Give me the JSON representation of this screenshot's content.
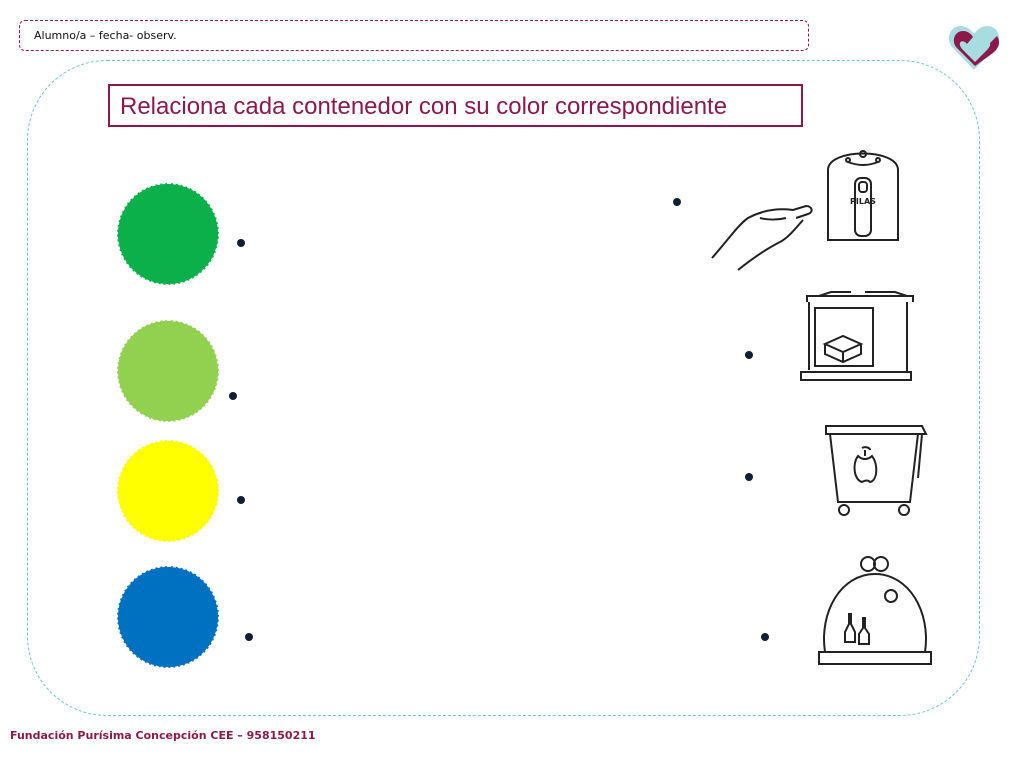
{
  "header": {
    "text": "Alumno/a – fecha- observ."
  },
  "title": "Relaciona cada contenedor con su color correspondiente",
  "colors": [
    {
      "name": "green",
      "hex": "#0cb04a"
    },
    {
      "name": "light-green",
      "hex": "#92d050"
    },
    {
      "name": "yellow",
      "hex": "#ffff00"
    },
    {
      "name": "blue",
      "hex": "#0070c0"
    }
  ],
  "containers": [
    {
      "name": "battery-container-icon",
      "label": "PILAS"
    },
    {
      "name": "paper-container-icon"
    },
    {
      "name": "organic-container-icon"
    },
    {
      "name": "glass-container-icon"
    }
  ],
  "footer": "Fundación Purísima Concepción CEE –  958150211",
  "accent": "#8b1a4a",
  "frame_color": "#6fc5c5"
}
